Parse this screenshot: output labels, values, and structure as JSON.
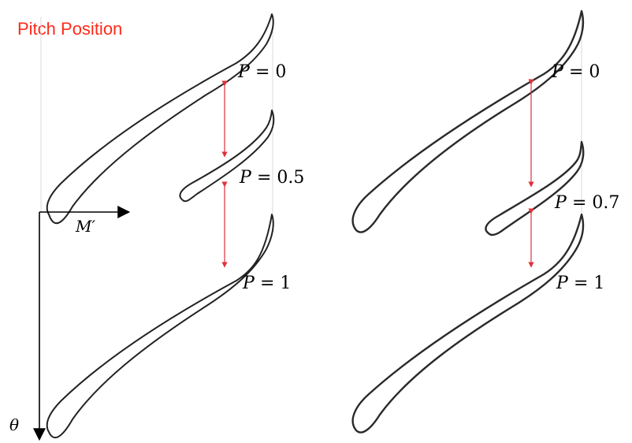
{
  "title": "Pitch Position",
  "axes": {
    "m_prime_label": "M′",
    "theta_label": "θ"
  },
  "left_panel": {
    "labels": [
      {
        "var": "P",
        "eq": "= 0"
      },
      {
        "var": "P",
        "eq": "= 0.5"
      },
      {
        "var": "P",
        "eq": "= 1"
      }
    ]
  },
  "right_panel": {
    "labels": [
      {
        "var": "P",
        "eq": "= 0"
      },
      {
        "var": "P",
        "eq": "= 0.7"
      },
      {
        "var": "P",
        "eq": "= 1"
      }
    ]
  },
  "colors": {
    "title": "#ff2a1a",
    "pitch_arrows": "#e0303a",
    "blade_outline": "#222222"
  }
}
